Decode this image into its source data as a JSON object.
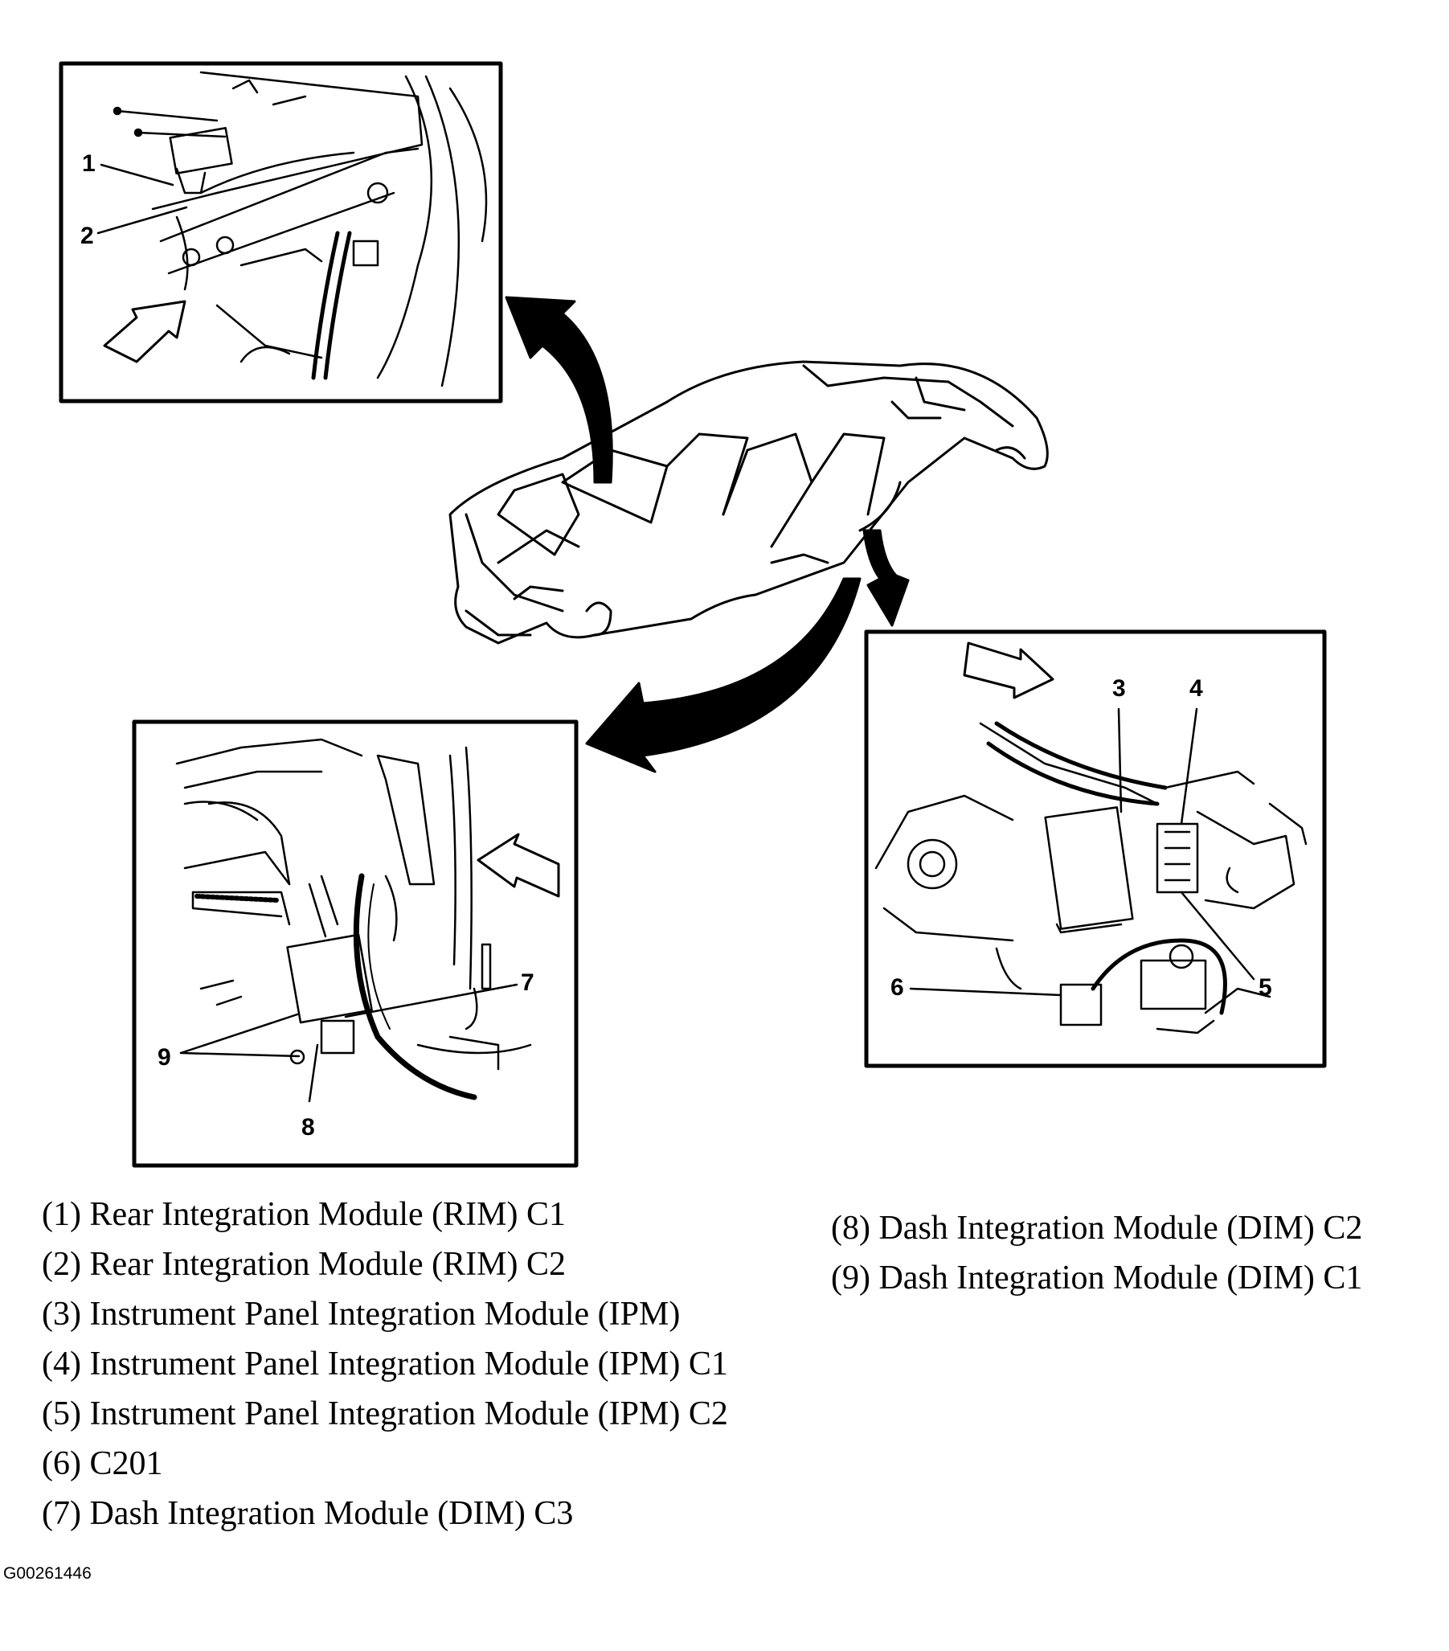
{
  "callouts": {
    "c1": "1",
    "c2": "2",
    "c3": "3",
    "c4": "4",
    "c5": "5",
    "c6": "6",
    "c7": "7",
    "c8": "8",
    "c9": "9"
  },
  "legend": {
    "left": [
      "(1) Rear Integration Module (RIM) C1",
      "(2) Rear Integration Module (RIM) C2",
      "(3) Instrument Panel Integration Module (IPM)",
      "(4) Instrument Panel Integration Module (IPM) C1",
      "(5) Instrument Panel Integration Module (IPM) C2",
      "(6) C201",
      "(7) Dash Integration Module (DIM) C3"
    ],
    "right": [
      "(8) Dash Integration Module (DIM) C2",
      "(9) Dash Integration Module (DIM) C1"
    ]
  },
  "figure_code": "G00261446",
  "colors": {
    "ink": "#000000",
    "paper": "#ffffff"
  }
}
